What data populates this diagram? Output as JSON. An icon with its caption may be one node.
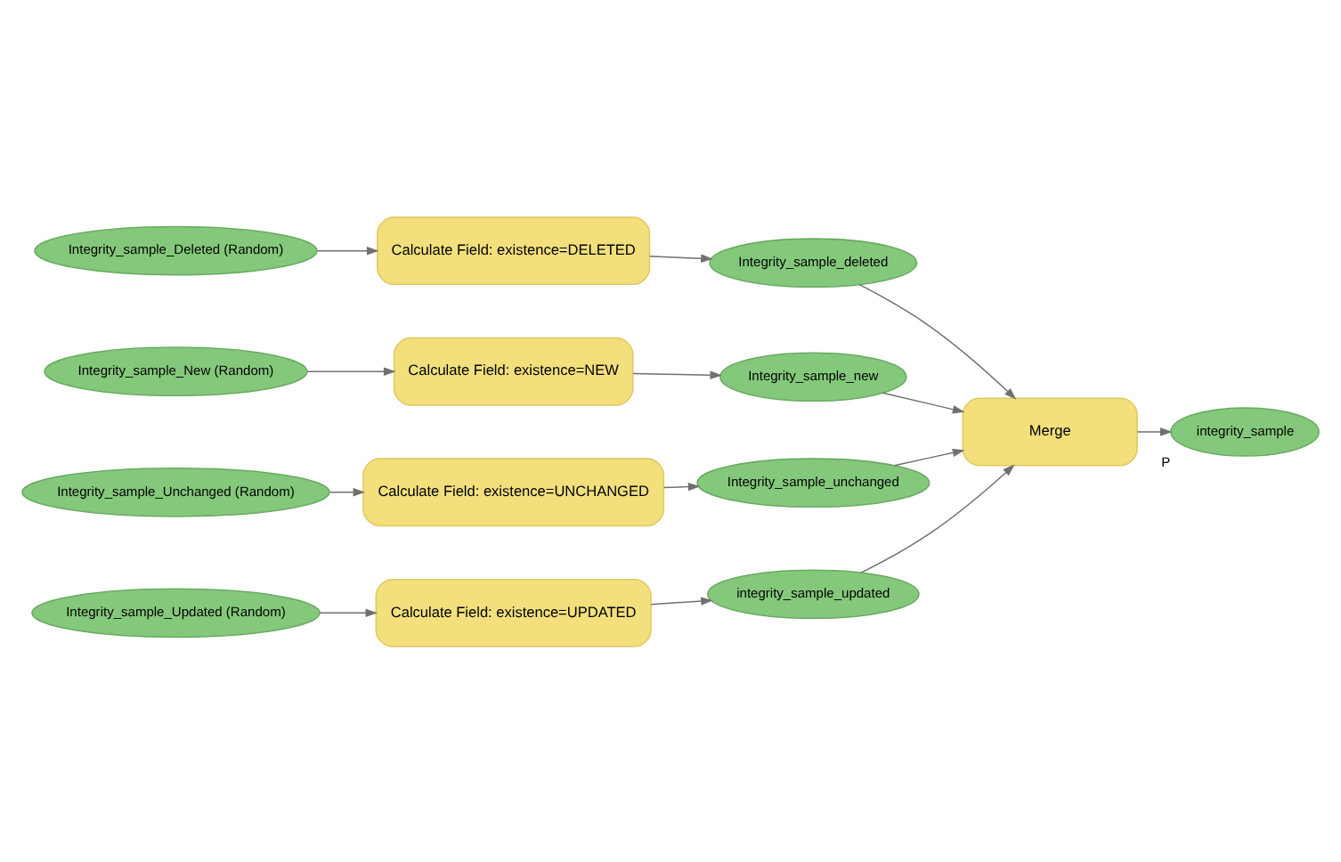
{
  "diagram": {
    "nodes": [
      {
        "text": [
          "Integrity_sample_Deleted (Random)"
        ]
      },
      {
        "text": [
          "Calculate Field: existence=DELETED"
        ]
      },
      {
        "text": [
          "Integrity_sample_deleted"
        ]
      },
      {
        "text": [
          "Integrity_sample_New (Random)"
        ]
      },
      {
        "text": [
          "Calculate Field: existence=NEW"
        ]
      },
      {
        "text": [
          "Integrity_sample_new"
        ]
      },
      {
        "text": [
          "Integrity_sample_Unchanged (Random)"
        ]
      },
      {
        "text": [
          "Calculate Field: existence=UNCHANGED"
        ]
      },
      {
        "text": [
          "Integrity_sample_unchanged"
        ]
      },
      {
        "text": [
          "Integrity_sample_Updated (Random)"
        ]
      },
      {
        "text": [
          "Calculate Field: existence=UPDATED"
        ]
      },
      {
        "text": [
          "integrity_sample_updated"
        ]
      },
      {
        "text": [
          "Merge"
        ]
      },
      {
        "text": [
          "integrity_sample"
        ],
        "beside": [
          "P"
        ]
      }
    ],
    "edges": [
      {
        "from": 0,
        "to": 1,
        "arrow": "to"
      },
      {
        "from": 1,
        "to": 2,
        "arrow": "to"
      },
      {
        "from": 3,
        "to": 4,
        "arrow": "to"
      },
      {
        "from": 4,
        "to": 5,
        "arrow": "to"
      },
      {
        "from": 6,
        "to": 7,
        "arrow": "to"
      },
      {
        "from": 7,
        "to": 8,
        "arrow": "to"
      },
      {
        "from": 9,
        "to": 10,
        "arrow": "to"
      },
      {
        "from": 10,
        "to": 11,
        "arrow": "to"
      },
      {
        "from": 2,
        "to": 12,
        "arrow": "to"
      },
      {
        "from": 5,
        "to": 12,
        "arrow": "to"
      },
      {
        "from": 8,
        "to": 12,
        "arrow": "to"
      },
      {
        "from": 11,
        "to": 12,
        "arrow": "to"
      },
      {
        "from": 12,
        "to": 13,
        "arrow": "to"
      }
    ]
  }
}
